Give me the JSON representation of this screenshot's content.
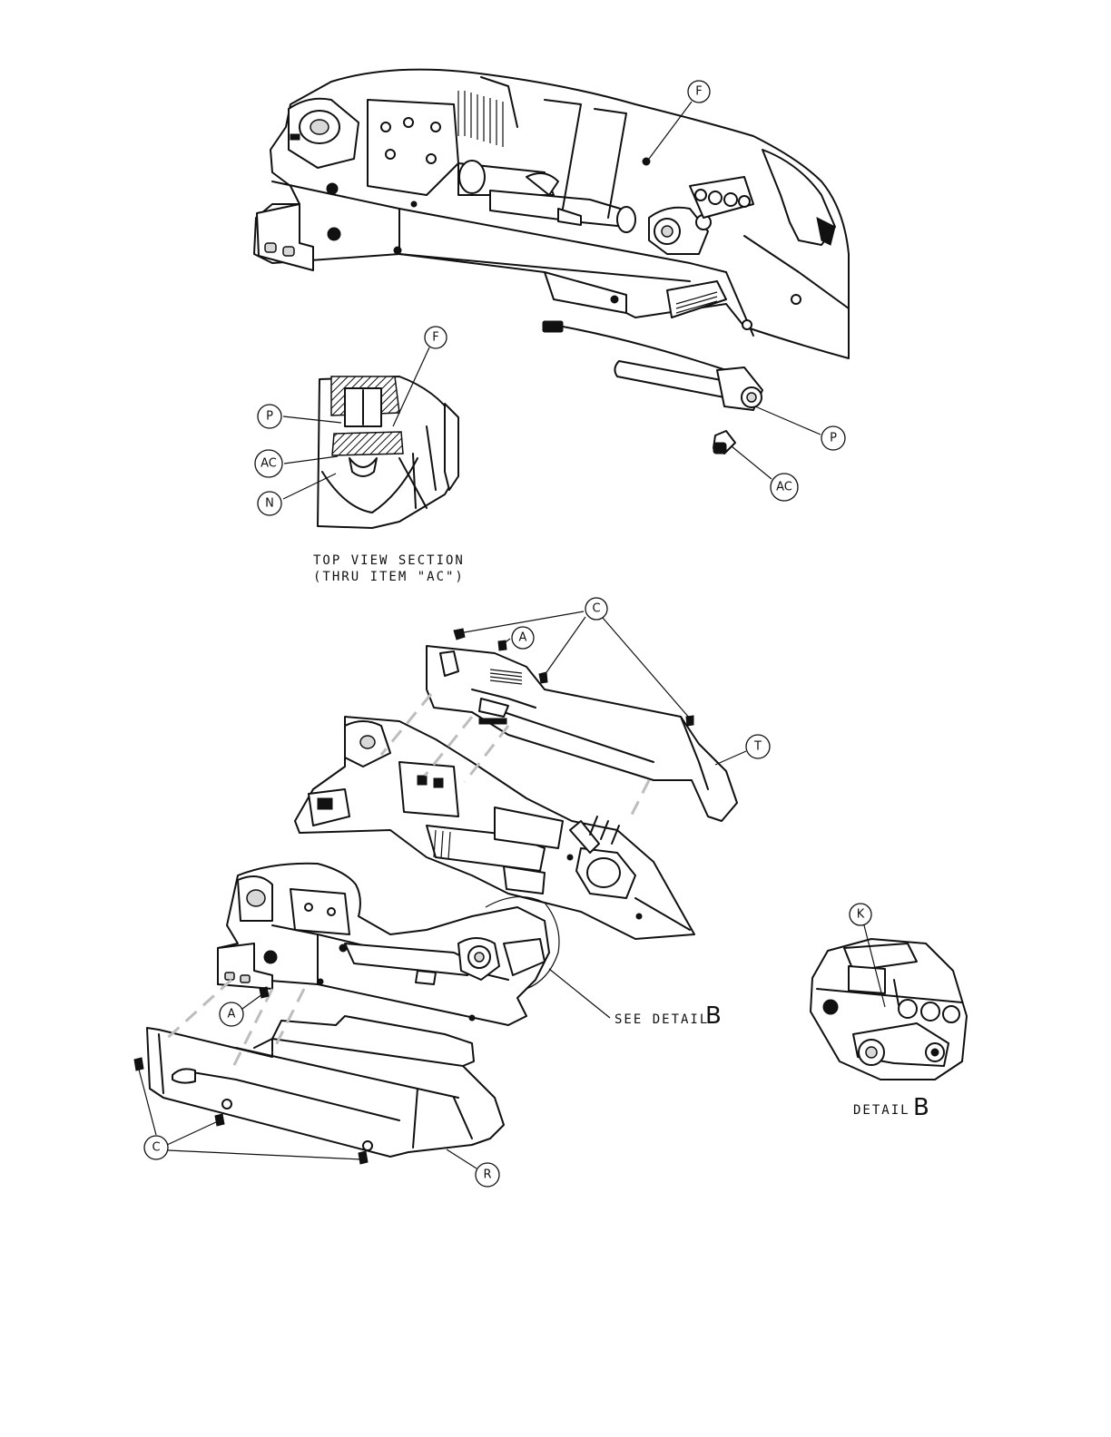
{
  "callouts": {
    "f_top": "F",
    "f_section": "F",
    "p_section": "P",
    "ac_section": "AC",
    "n_section": "N",
    "p_parts": "P",
    "ac_parts": "AC",
    "c_top": "C",
    "a_top": "A",
    "t_trim": "T",
    "a_lower": "A",
    "c_lower": "C",
    "r_cover": "R",
    "k_detail": "K"
  },
  "notes": {
    "section_line1": "TOP VIEW SECTION",
    "section_line2": "(THRU ITEM \"AC\")",
    "see_detail": "SEE DETAIL",
    "see_detail_letter": "B",
    "detail_label": "DETAIL",
    "detail_letter": "B"
  }
}
